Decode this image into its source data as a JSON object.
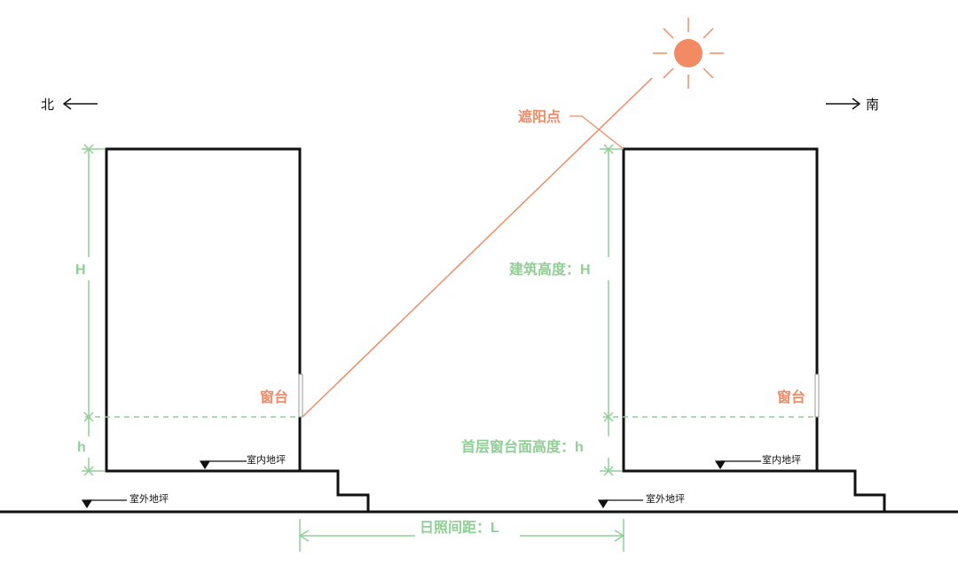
{
  "colors": {
    "green": "#8fcf95",
    "orange": "#f28a64",
    "black": "#111111"
  },
  "compass": {
    "north": "北",
    "south": "南"
  },
  "sun": {
    "icon": "sun-icon",
    "shade_point_label": "遮阳点"
  },
  "north_building": {
    "height_label": "H",
    "sill_height_label": "h",
    "window_label": "窗台",
    "indoor_floor_label": "室内地坪",
    "outdoor_ground_label": "室外地坪"
  },
  "south_building": {
    "height_label": "建筑高度：H",
    "sill_height_label": "首层窗台面高度：h",
    "window_label": "窗台",
    "indoor_floor_label": "室内地坪",
    "outdoor_ground_label": "室外地坪"
  },
  "spacing": {
    "label": "日照间距：L"
  }
}
